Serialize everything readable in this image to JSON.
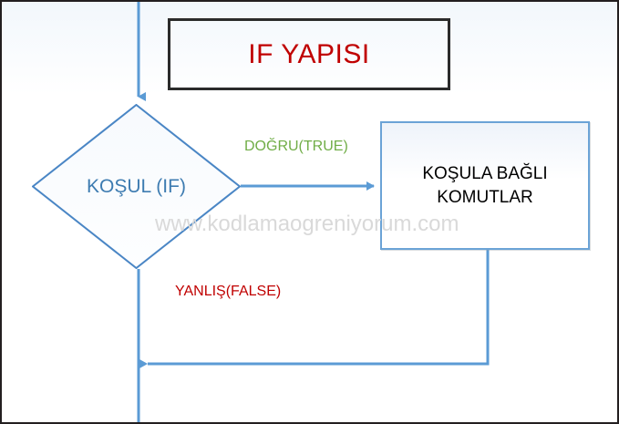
{
  "diagram": {
    "title": "IF YAPISI",
    "watermark": "www.kodlamaogreniyorum.com",
    "nodes": {
      "decision": {
        "label": "KOŞUL (IF)",
        "shape": "diamond"
      },
      "process": {
        "line1": "KOŞULA BAĞLI",
        "line2": "KOMUTLAR",
        "shape": "rectangle"
      }
    },
    "edges": {
      "true_label": "DOĞRU(TRUE)",
      "false_label": "YANLIŞ(FALSE)"
    },
    "colors": {
      "title_text": "#c00000",
      "decision_stroke": "#4a86c5",
      "decision_text": "#3e7cb1",
      "process_stroke": "#6ba3d6",
      "process_text": "#000000",
      "connector": "#5b9bd5",
      "true_label": "#70ad47",
      "false_label": "#c00000",
      "watermark": "#d9d9d9",
      "frame": "#231f20"
    }
  }
}
